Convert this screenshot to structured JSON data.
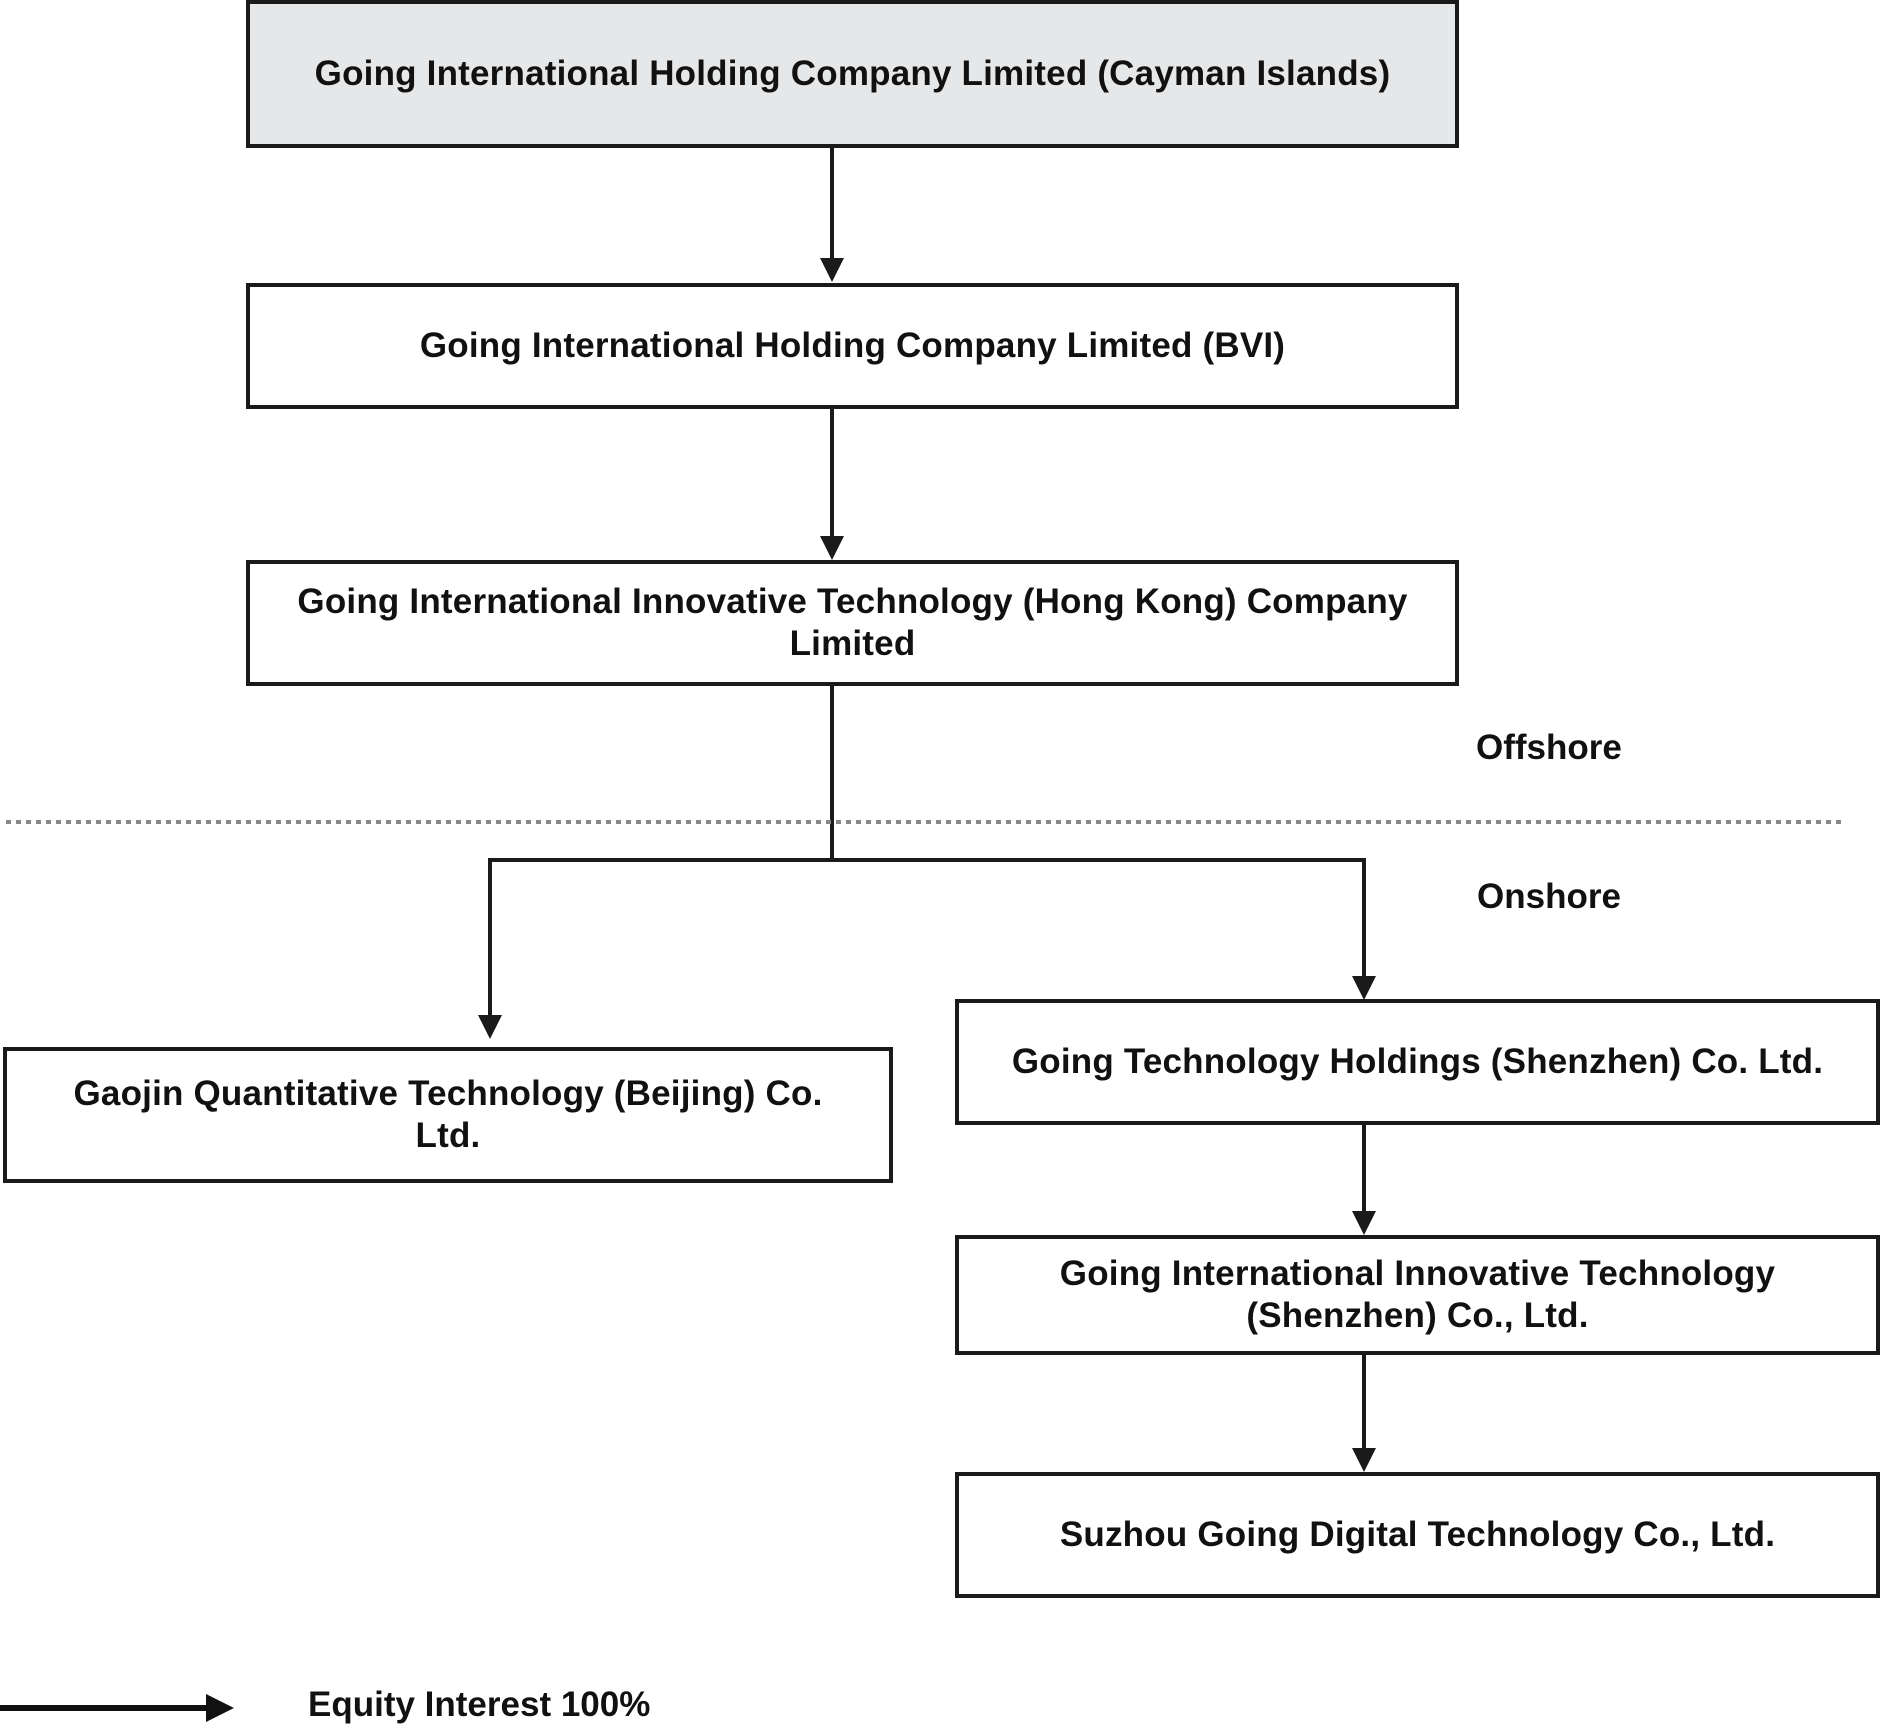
{
  "entities": {
    "cayman": "Going International Holding Company Limited (Cayman Islands)",
    "bvi": "Going International Holding Company Limited (BVI)",
    "hongkong": "Going International Innovative Technology (Hong Kong) Company Limited",
    "beijing": "Gaojin Quantitative Technology (Beijing) Co. Ltd.",
    "shenzhen_holdings": "Going Technology Holdings (Shenzhen) Co. Ltd.",
    "shenzhen_innovative": "Going International Innovative Technology (Shenzhen) Co., Ltd.",
    "suzhou": "Suzhou Going Digital Technology Co., Ltd."
  },
  "regions": {
    "offshore": "Offshore",
    "onshore": "Onshore"
  },
  "legend": {
    "label": "Equity Interest 100%"
  },
  "colors": {
    "top_box_fill": "#e6e7e8",
    "line": "#1a1a1a",
    "divider": "#888888"
  }
}
